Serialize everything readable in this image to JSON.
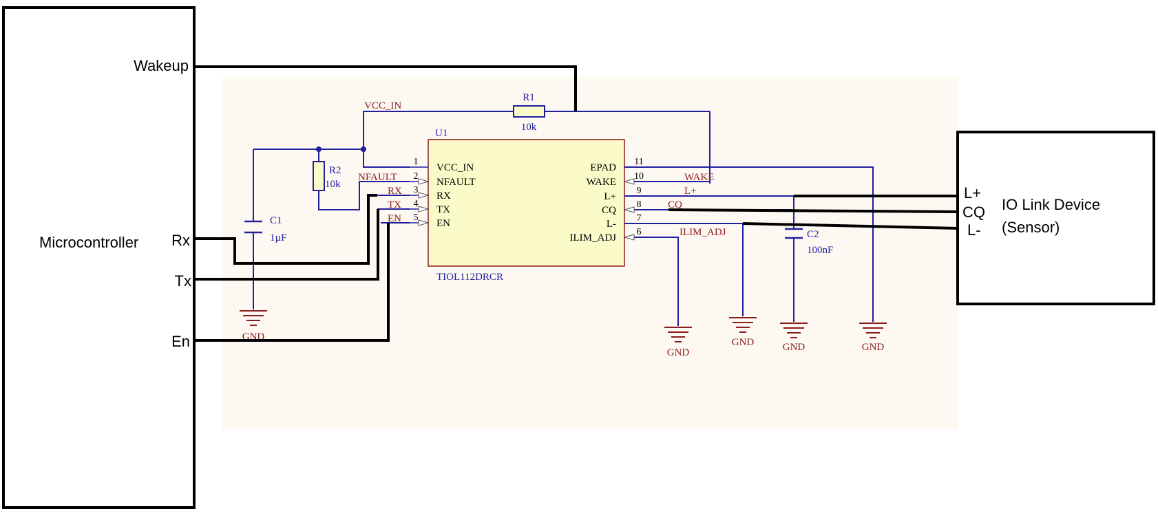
{
  "blocks": {
    "microcontroller": {
      "title": "Microcontroller",
      "pins": {
        "wakeup": "Wakeup",
        "rx": "Rx",
        "tx": "Tx",
        "en": "En"
      }
    },
    "io_link_device": {
      "title_line1": "IO Link Device",
      "title_line2": "(Sensor)",
      "pins": {
        "l_plus": "L+",
        "cq": "CQ",
        "l_minus": "L-"
      }
    }
  },
  "ic": {
    "designator": "U1",
    "part": "TIOL112DRCR",
    "left_pins": [
      {
        "num": "1",
        "name": "VCC_IN"
      },
      {
        "num": "2",
        "name": "NFAULT"
      },
      {
        "num": "3",
        "name": "RX"
      },
      {
        "num": "4",
        "name": "TX"
      },
      {
        "num": "5",
        "name": "EN"
      }
    ],
    "right_pins": [
      {
        "num": "11",
        "name": "EPAD"
      },
      {
        "num": "10",
        "name": "WAKE"
      },
      {
        "num": "9",
        "name": "L+"
      },
      {
        "num": "8",
        "name": "CQ"
      },
      {
        "num": "7",
        "name": "L-"
      },
      {
        "num": "6",
        "name": "ILIM_ADJ"
      }
    ]
  },
  "components": {
    "r1": {
      "ref": "R1",
      "value": "10k"
    },
    "r2": {
      "ref": "R2",
      "value": "10k"
    },
    "c1": {
      "ref": "C1",
      "value": "1µF"
    },
    "c2": {
      "ref": "C2",
      "value": "100nF"
    }
  },
  "net_labels": {
    "vcc_in": "VCC_IN",
    "nfault": "NFAULT",
    "rx": "RX",
    "tx": "TX",
    "en": "EN",
    "wake": "WAKE",
    "l_plus": "L+",
    "cq": "CQ",
    "ilim_adj": "ILIM_ADJ"
  },
  "ground_label": "GND",
  "colors": {
    "schematic_background": "#fdf8f1",
    "wire": "#1f1fa0",
    "net_label": "#8b1a1a",
    "ground_symbol": "#8b1a1a",
    "ic_fill": "#fbfbc9",
    "ic_border": "#8b1a1a",
    "hand_wire": "#000000"
  }
}
